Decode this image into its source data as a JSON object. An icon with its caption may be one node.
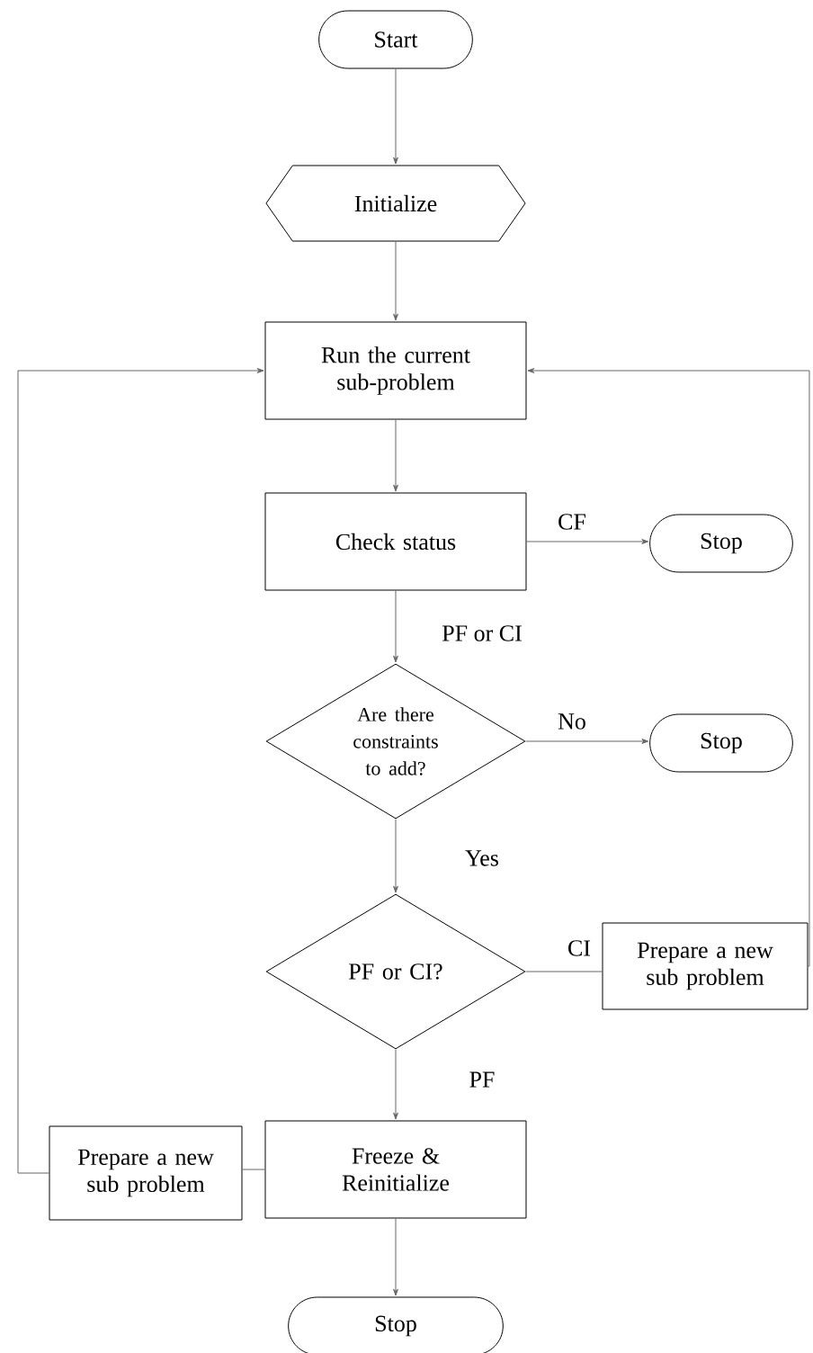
{
  "diagram": {
    "nodes": [
      {
        "text": [
          "Start"
        ]
      },
      {
        "text": [
          "Initialize"
        ]
      },
      {
        "text": [
          "Run the current sub-problem"
        ]
      },
      {
        "text": [
          "Check status"
        ]
      },
      {
        "text": [
          "Stop"
        ]
      },
      {
        "text": [
          "Are there constraints to add?"
        ]
      },
      {
        "text": [
          "Stop"
        ]
      },
      {
        "text": [
          "PF or CI?"
        ]
      },
      {
        "text": [
          "Prepare a new sub problem"
        ]
      },
      {
        "text": [
          "Freeze & Reinitialize"
        ]
      },
      {
        "text": [
          "Prepare a new sub problem"
        ]
      },
      {
        "text": [
          "Stop"
        ]
      }
    ],
    "edges": [
      {
        "from": 0,
        "to": 1,
        "arrow": "to"
      },
      {
        "from": 1,
        "to": 2,
        "arrow": "to"
      },
      {
        "from": 2,
        "to": 3,
        "arrow": "to"
      },
      {
        "from": 3,
        "to": 4,
        "arrow": "to",
        "label": "CF"
      },
      {
        "from": 3,
        "to": 5,
        "arrow": "to",
        "label": "PF or CI"
      },
      {
        "from": 5,
        "to": 6,
        "arrow": "to",
        "label": "No"
      },
      {
        "from": 5,
        "to": 7,
        "arrow": "to",
        "label": "Yes"
      },
      {
        "from": 7,
        "to": 8,
        "arrow": "none",
        "label": "CI"
      },
      {
        "from": 8,
        "to": 2,
        "arrow": "to"
      },
      {
        "from": 7,
        "to": 9,
        "arrow": "to",
        "label": "PF"
      },
      {
        "from": 9,
        "to": 10,
        "arrow": "none"
      },
      {
        "from": 10,
        "to": 2,
        "arrow": "to"
      },
      {
        "from": 9,
        "to": 11,
        "arrow": "to"
      }
    ]
  }
}
